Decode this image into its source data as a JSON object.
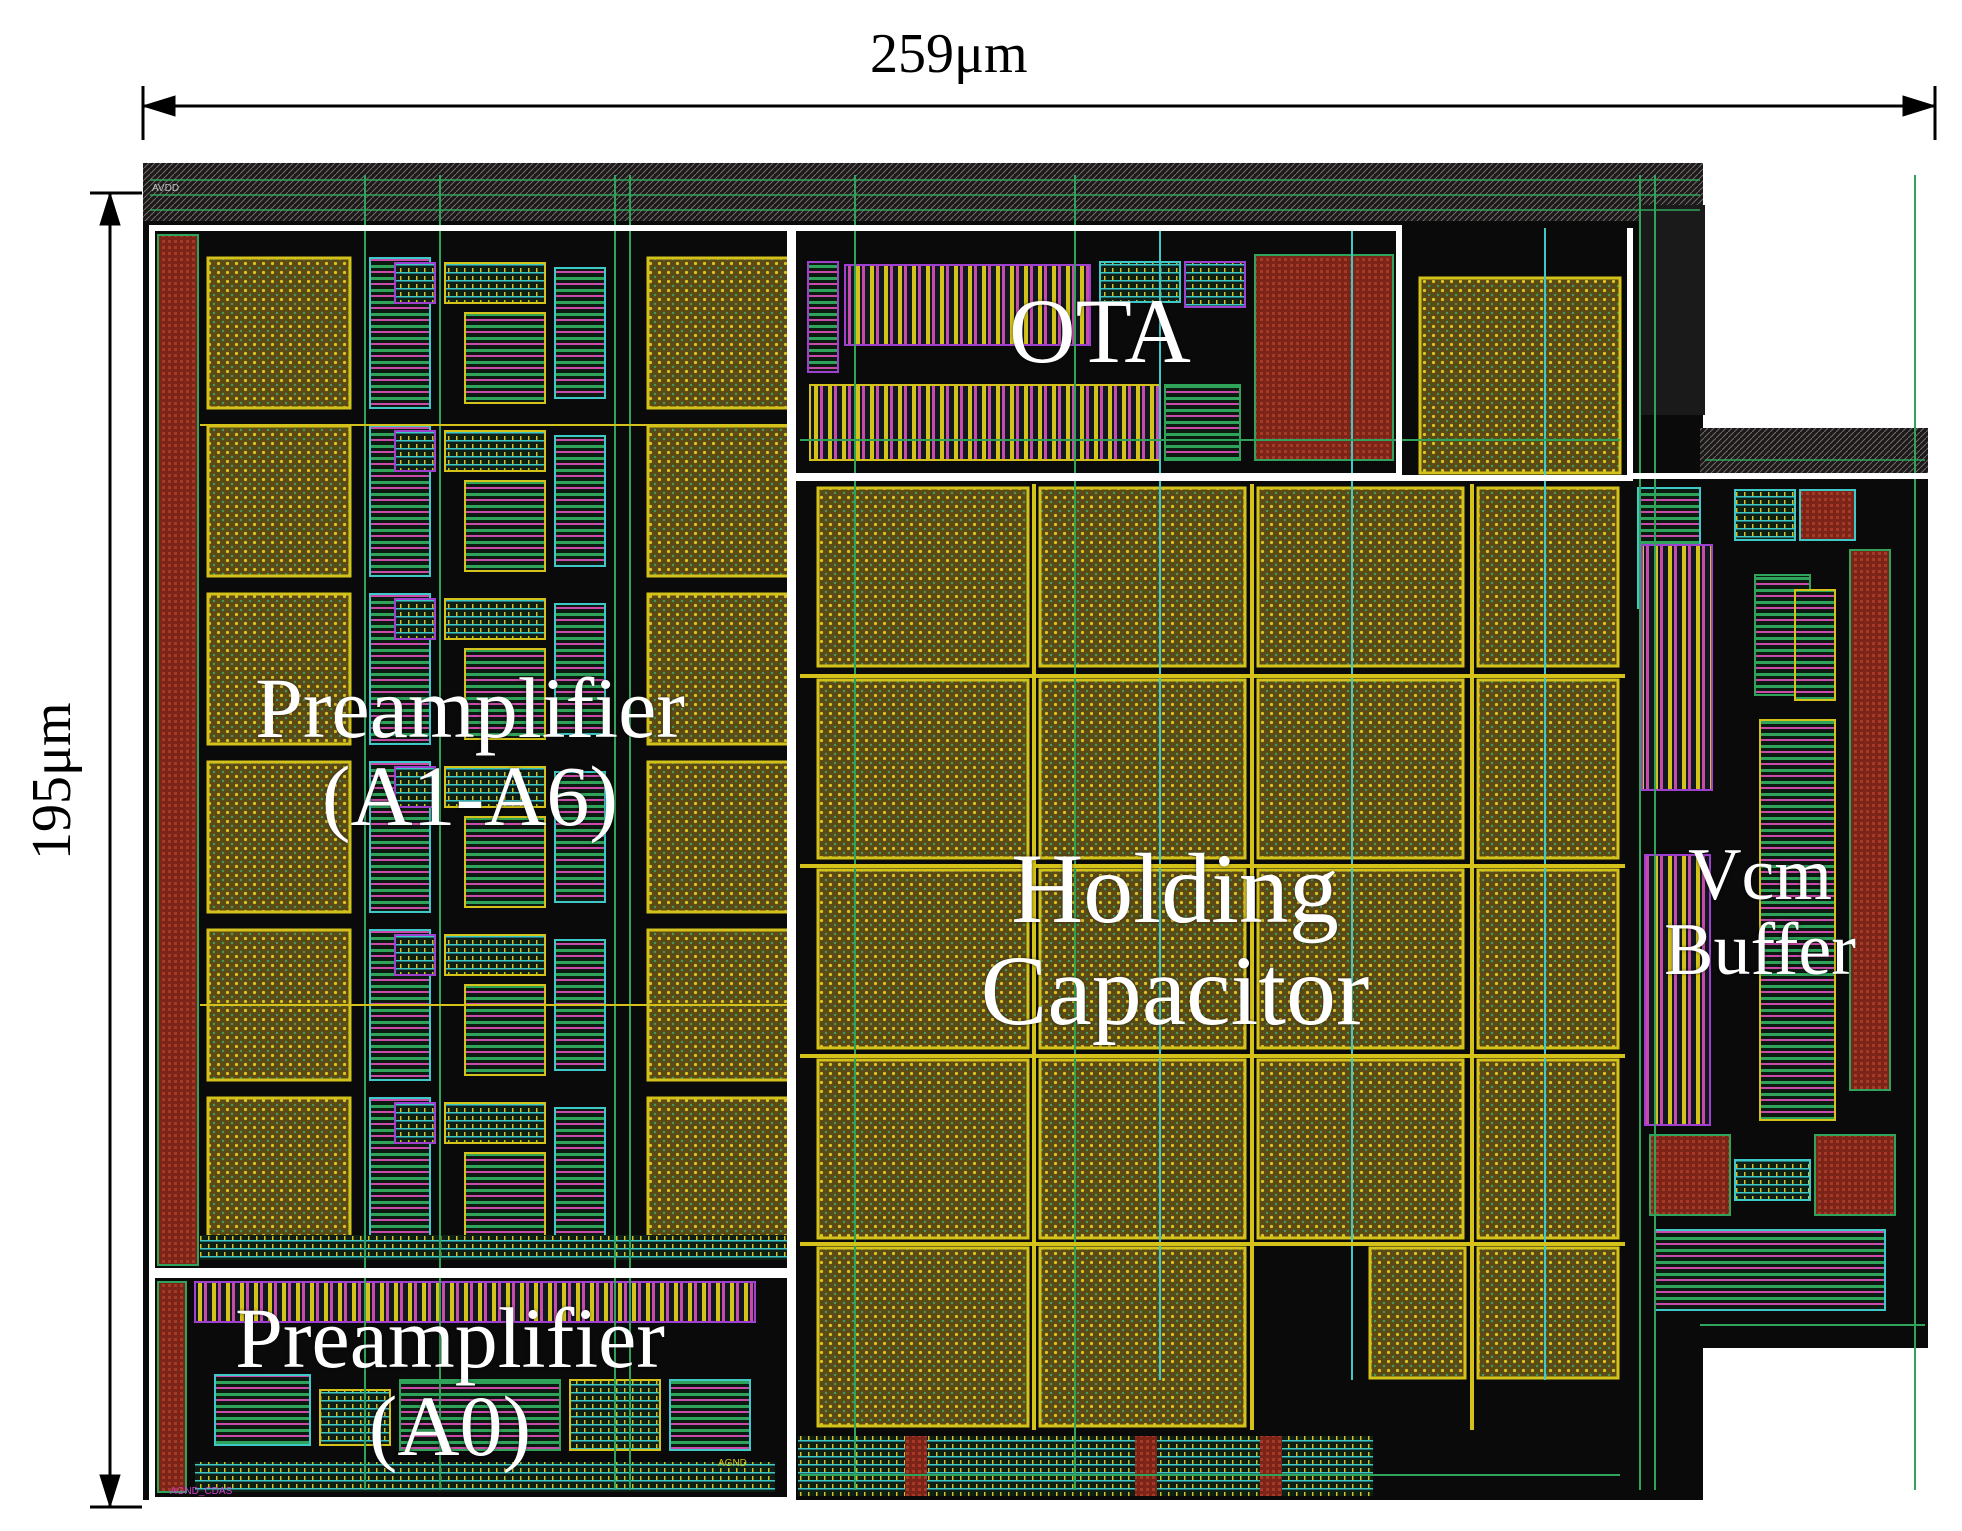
{
  "dimensions": {
    "width_label": "259μm",
    "height_label": "195μm"
  },
  "blocks": {
    "preamp_a1_a6": {
      "line1": "Preamplifier",
      "line2": "(A1-A6)"
    },
    "preamp_a0": {
      "line1": "Preamplifier",
      "line2": "(A0)"
    },
    "ota": {
      "label": "OTA"
    },
    "holding_capacitor": {
      "line1": "Holding",
      "line2": "Capacitor"
    },
    "vcm_buffer": {
      "line1": "Vcm",
      "line2": "Buffer"
    }
  },
  "layout_tags": {
    "top_rail_tag": "AVDD",
    "bottom_rail_tag": "AGND_CDAS",
    "agnd_tag": "AGND"
  },
  "colors": {
    "metal_green": "#2fa35a",
    "poly_yellow": "#d4c21a",
    "diffusion_red": "#8e2a1e",
    "metal_cyan": "#3ec8c8",
    "metal_purple": "#a040d0",
    "substrate_black": "#0a0a0a",
    "outline_white": "#ffffff"
  }
}
